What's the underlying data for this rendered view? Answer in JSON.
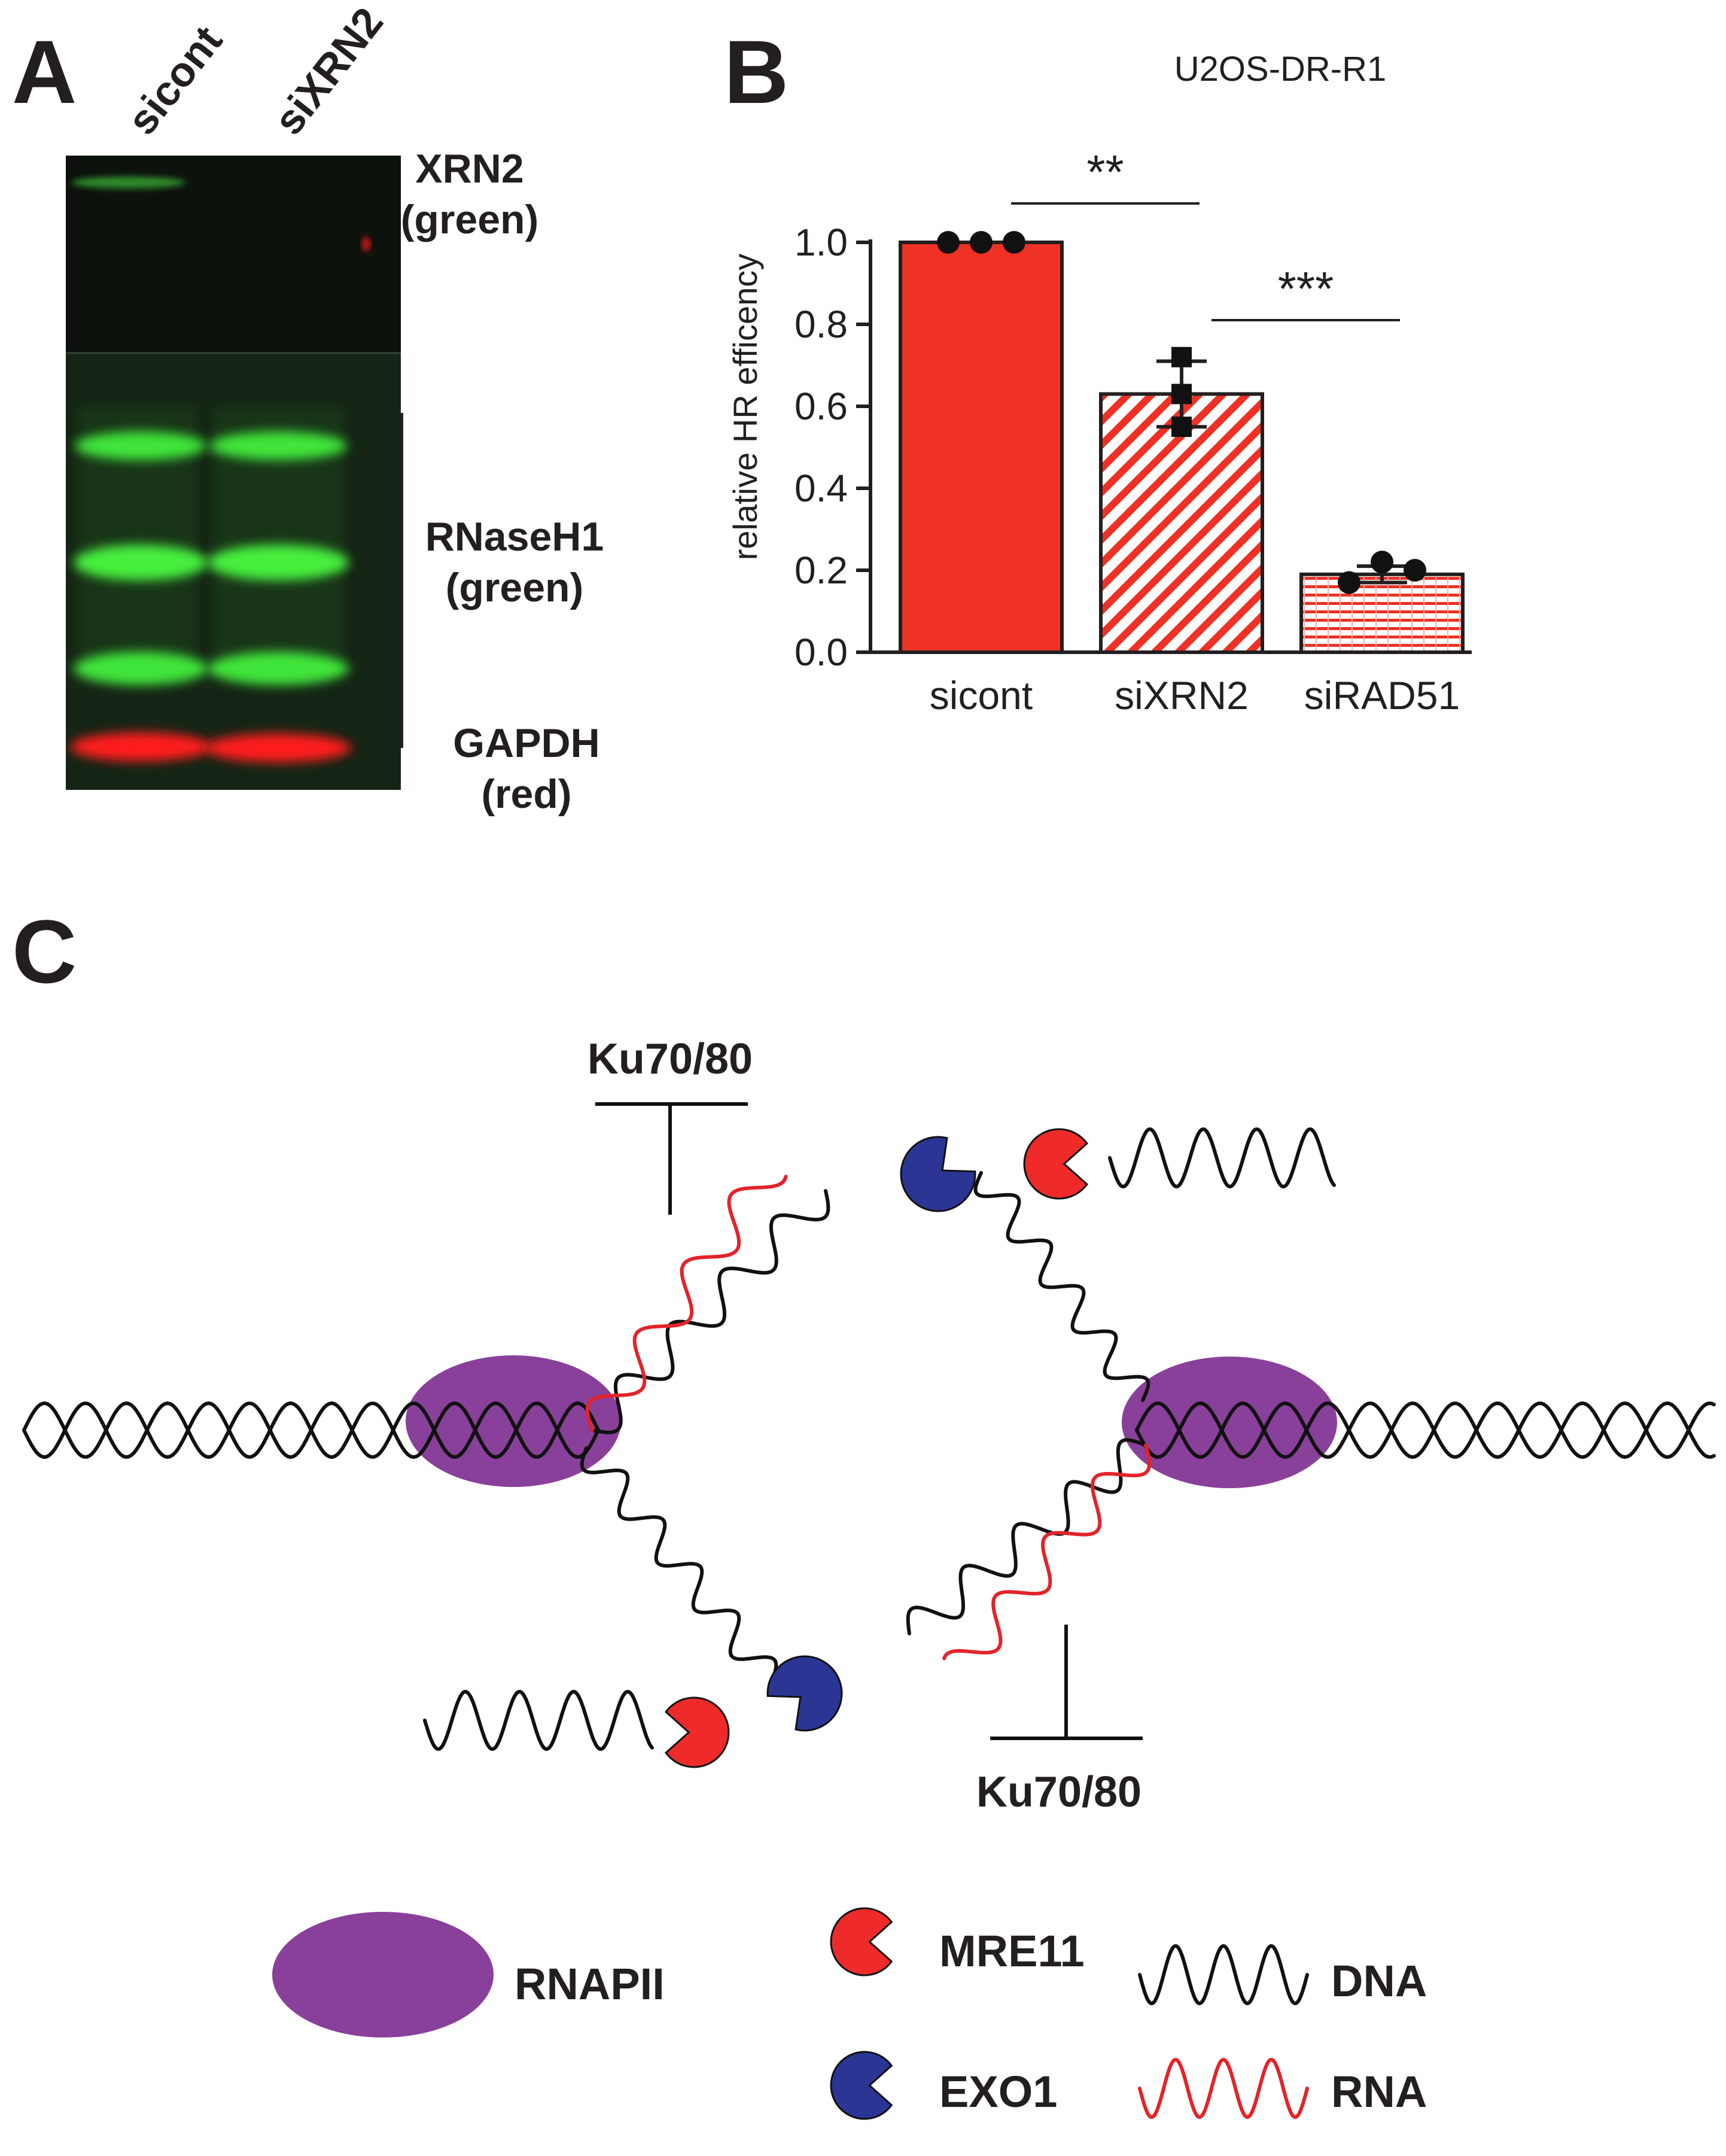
{
  "panels": {
    "a": "A",
    "b": "B",
    "c": "C"
  },
  "blot": {
    "lanes": [
      "sicont",
      "siXRN2"
    ],
    "labels": {
      "xrn2": [
        "XRN2",
        "(green)"
      ],
      "rnaseh1": [
        "RNaseH1",
        "(green)"
      ],
      "gapdh": [
        "GAPDH",
        "(red)"
      ]
    },
    "colors": {
      "green_band": "#3fe53a",
      "red_band": "#ff1a1a",
      "background": "#0d120d"
    }
  },
  "chart_data": {
    "type": "bar",
    "title": "U2OS-DR-R1",
    "xlabel": "",
    "ylabel": "relative HR efficency",
    "categories": [
      "sicont",
      "siXRN2",
      "siRAD51"
    ],
    "values": [
      1.0,
      0.63,
      0.19
    ],
    "error": [
      0.0,
      0.08,
      0.02
    ],
    "points": [
      [
        1.0,
        1.0,
        1.0
      ],
      [
        0.72,
        0.63,
        0.55
      ],
      [
        0.17,
        0.22,
        0.2
      ]
    ],
    "ylim": [
      0.0,
      1.0
    ],
    "yticks": [
      "0.0",
      "0.2",
      "0.4",
      "0.6",
      "0.8",
      "1.0"
    ],
    "fills": [
      "solid",
      "diagonal-stripes",
      "horizontal-stripes"
    ],
    "bar_color": "#ee3124",
    "significance": [
      {
        "from": "sicont",
        "to": "siXRN2",
        "label": "**"
      },
      {
        "from": "siXRN2",
        "to": "siRAD51",
        "label": "***"
      }
    ],
    "grid": false,
    "legend": "none"
  },
  "diagram": {
    "ku_top": "Ku70/80",
    "ku_bottom": "Ku70/80",
    "colors": {
      "rnapii": "#89409a",
      "mre11": "#ee2a2a",
      "exo1": "#2a3594",
      "dna": "#111111",
      "rna": "#e3232b"
    }
  },
  "legend": {
    "rnapii": "RNAPII",
    "mre11": "MRE11",
    "exo1": "EXO1",
    "dna": "DNA",
    "rna": "RNA"
  }
}
